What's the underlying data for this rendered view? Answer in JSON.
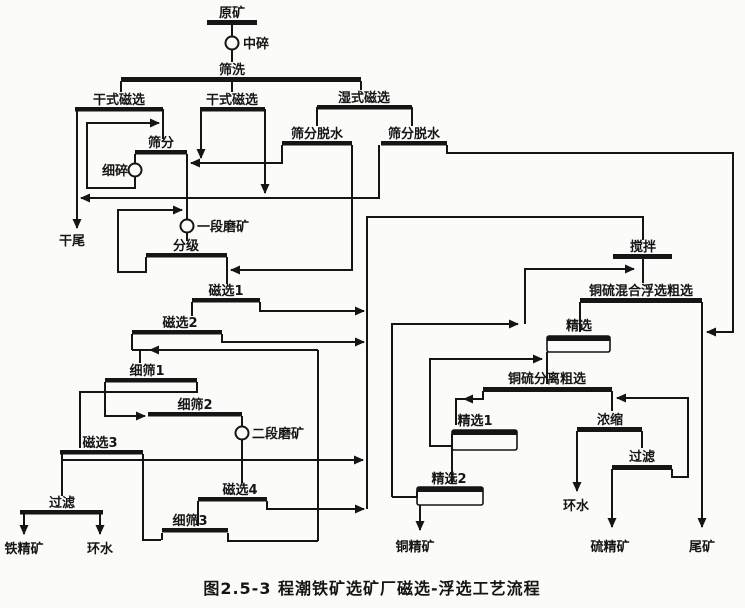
{
  "figure": {
    "caption": "图2.5-3  程潮铁矿选矿厂磁选-浮选工艺流程",
    "line_color": "#151515",
    "background_color": "#fbfbf9"
  },
  "nodes": [
    {
      "id": "raw_ore",
      "label": "原矿",
      "type": "feed-bar"
    },
    {
      "id": "medium_crushing",
      "label": "中碎",
      "type": "crusher-circle"
    },
    {
      "id": "screen_washing",
      "label": "筛洗",
      "type": "unit-bar"
    },
    {
      "id": "dry_mag_left",
      "label": "干式磁选",
      "type": "unit-bar"
    },
    {
      "id": "dry_mag_mid",
      "label": "干式磁选",
      "type": "unit-bar"
    },
    {
      "id": "wet_mag",
      "label": "湿式磁选",
      "type": "unit-bar"
    },
    {
      "id": "screening",
      "label": "筛分",
      "type": "unit-bar"
    },
    {
      "id": "fine_crushing",
      "label": "细碎",
      "type": "crusher-circle"
    },
    {
      "id": "screen_dewater_left",
      "label": "筛分脱水",
      "type": "unit-bar"
    },
    {
      "id": "screen_dewater_right",
      "label": "筛分脱水",
      "type": "unit-bar"
    },
    {
      "id": "dry_tailings",
      "label": "干尾",
      "type": "terminal"
    },
    {
      "id": "primary_grinding",
      "label": "一段磨矿",
      "type": "mill-circle"
    },
    {
      "id": "classification",
      "label": "分级",
      "type": "unit-bar"
    },
    {
      "id": "mag_sep_1",
      "label": "磁选1",
      "type": "unit-bar"
    },
    {
      "id": "mag_sep_2",
      "label": "磁选2",
      "type": "unit-bar"
    },
    {
      "id": "fine_screen_1",
      "label": "细筛1",
      "type": "unit-bar"
    },
    {
      "id": "fine_screen_2",
      "label": "细筛2",
      "type": "unit-bar"
    },
    {
      "id": "secondary_grinding",
      "label": "二段磨矿",
      "type": "mill-circle"
    },
    {
      "id": "mag_sep_3",
      "label": "磁选3",
      "type": "unit-bar"
    },
    {
      "id": "mag_sep_4",
      "label": "磁选4",
      "type": "unit-bar"
    },
    {
      "id": "fine_screen_3",
      "label": "细筛3",
      "type": "unit-bar"
    },
    {
      "id": "filter_left",
      "label": "过滤",
      "type": "unit-bar"
    },
    {
      "id": "iron_concentrate",
      "label": "铁精矿",
      "type": "terminal"
    },
    {
      "id": "circ_water_left",
      "label": "环水",
      "type": "terminal"
    },
    {
      "id": "agitation",
      "label": "搅拌",
      "type": "unit-bar"
    },
    {
      "id": "cu_s_bulk_rougher",
      "label": "铜硫混合浮选粗选",
      "type": "unit-bar"
    },
    {
      "id": "cleaner",
      "label": "精选",
      "type": "cell-box"
    },
    {
      "id": "cu_s_sep_rougher",
      "label": "铜硫分离粗选",
      "type": "unit-bar"
    },
    {
      "id": "cleaner_1",
      "label": "精选1",
      "type": "cell-box"
    },
    {
      "id": "thickening",
      "label": "浓缩",
      "type": "unit-bar"
    },
    {
      "id": "filter_right",
      "label": "过滤",
      "type": "unit-bar"
    },
    {
      "id": "cleaner_2",
      "label": "精选2",
      "type": "cell-box"
    },
    {
      "id": "circ_water_right",
      "label": "环水",
      "type": "terminal"
    },
    {
      "id": "copper_concentrate",
      "label": "铜精矿",
      "type": "terminal"
    },
    {
      "id": "sulfur_concentrate",
      "label": "硫精矿",
      "type": "terminal"
    },
    {
      "id": "tailings",
      "label": "尾矿",
      "type": "terminal"
    }
  ]
}
